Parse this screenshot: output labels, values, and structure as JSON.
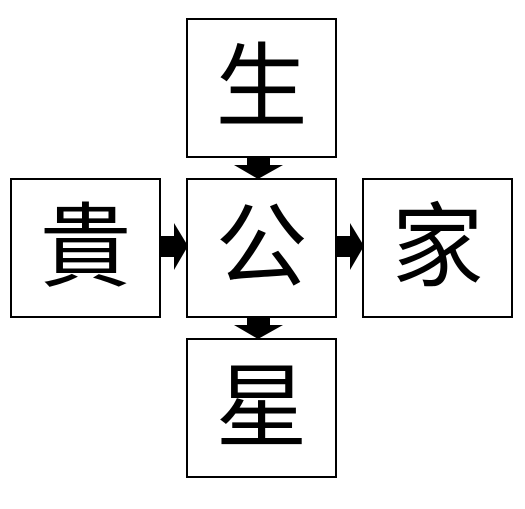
{
  "diagram": {
    "nodes": {
      "top": "生",
      "center": "公",
      "left": "貴",
      "right": "家",
      "bottom": "星"
    },
    "edges": [
      {
        "from": "top",
        "to": "center"
      },
      {
        "from": "left",
        "to": "center"
      },
      {
        "from": "center",
        "to": "right"
      },
      {
        "from": "center",
        "to": "bottom"
      }
    ],
    "colors": {
      "stroke": "#000000",
      "fill": "#ffffff"
    }
  }
}
